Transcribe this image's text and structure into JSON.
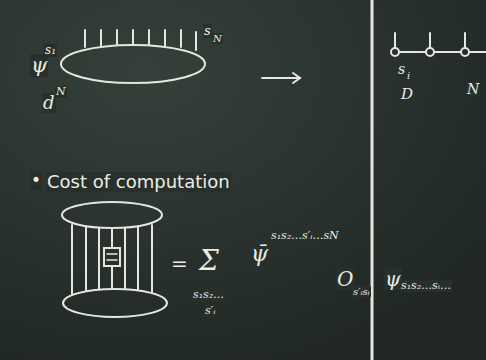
{
  "diagram": {
    "labels": [
      "ψ",
      "s₁",
      "s",
      "N",
      "d",
      "N",
      "s",
      "i",
      "D",
      "N",
      "•",
      "Cost of computation",
      "=",
      "Σ",
      "s₁s₂…",
      "s′ᵢ",
      "ψ̄",
      "s₁s₂…s′ᵢ…sN",
      "O",
      "s′ᵢsᵢ",
      "ψ",
      "s₁s₂…sᵢ…"
    ]
  }
}
